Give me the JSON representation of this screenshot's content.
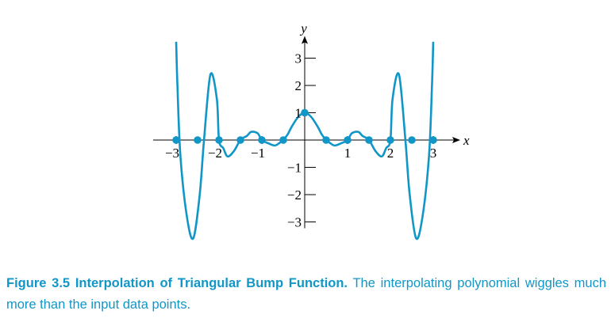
{
  "chart_data": {
    "type": "line",
    "xlabel": "x",
    "ylabel": "y",
    "xlim": [
      -3,
      3
    ],
    "ylim": [
      -3,
      3
    ],
    "x_ticks": [
      {
        "value": -3,
        "label": "−3"
      },
      {
        "value": -2,
        "label": "−2"
      },
      {
        "value": -1,
        "label": "−1"
      },
      {
        "value": 1,
        "label": "1"
      },
      {
        "value": 2,
        "label": "2"
      },
      {
        "value": 3,
        "label": "3"
      }
    ],
    "y_ticks": [
      {
        "value": 3,
        "label": "3"
      },
      {
        "value": 2,
        "label": "2"
      },
      {
        "value": 1,
        "label": "1"
      },
      {
        "value": -1,
        "label": "−1"
      },
      {
        "value": -2,
        "label": "−2"
      },
      {
        "value": -3,
        "label": "−3"
      }
    ],
    "series": [
      {
        "kind": "curve",
        "x": [
          -3.0,
          -2.97,
          -2.9,
          -2.75,
          -2.6,
          -2.45,
          -2.35,
          -2.2,
          -2.05,
          -2.0,
          -1.9,
          -1.8,
          -1.65,
          -1.5,
          -1.35,
          -1.25,
          -1.1,
          -1.0,
          -0.85,
          -0.7,
          -0.6,
          -0.5,
          -0.4,
          -0.3,
          -0.15,
          0.0,
          0.15,
          0.3,
          0.4,
          0.5,
          0.6,
          0.7,
          0.85,
          1.0,
          1.1,
          1.25,
          1.35,
          1.5,
          1.65,
          1.8,
          1.9,
          2.0,
          2.05,
          2.2,
          2.35,
          2.45,
          2.6,
          2.75,
          2.9,
          2.97,
          3.0
        ],
        "y": [
          3.6,
          2.0,
          -0.6,
          -2.8,
          -3.6,
          -2.0,
          0.0,
          2.4,
          1.5,
          0.0,
          -0.3,
          -0.6,
          -0.4,
          0.0,
          0.15,
          0.3,
          0.25,
          0.0,
          -0.12,
          -0.2,
          -0.12,
          0.0,
          0.2,
          0.5,
          0.85,
          1.0,
          0.85,
          0.5,
          0.2,
          0.0,
          -0.12,
          -0.2,
          -0.12,
          0.0,
          0.25,
          0.3,
          0.15,
          0.0,
          -0.4,
          -0.6,
          -0.3,
          0.0,
          1.5,
          2.4,
          0.0,
          -2.0,
          -3.6,
          -2.8,
          -0.6,
          2.0,
          3.6
        ]
      },
      {
        "kind": "points",
        "x": [
          -3.0,
          -2.5,
          -2.0,
          -1.5,
          -1.0,
          -0.5,
          0.0,
          0.5,
          1.0,
          1.5,
          2.0,
          2.5,
          3.0
        ],
        "y": [
          0,
          0,
          0,
          0,
          0,
          0,
          1,
          0,
          0,
          0,
          0,
          0,
          0
        ]
      }
    ],
    "colors": {
      "curve": "#1196c8",
      "points": "#1196c8",
      "axes": "#000000"
    },
    "grid": false
  },
  "caption": {
    "label": "Figure 3.5 Interpolation of Triangular Bump Function.",
    "text": " The interpolating polynomial wiggles much more than the input data points."
  }
}
